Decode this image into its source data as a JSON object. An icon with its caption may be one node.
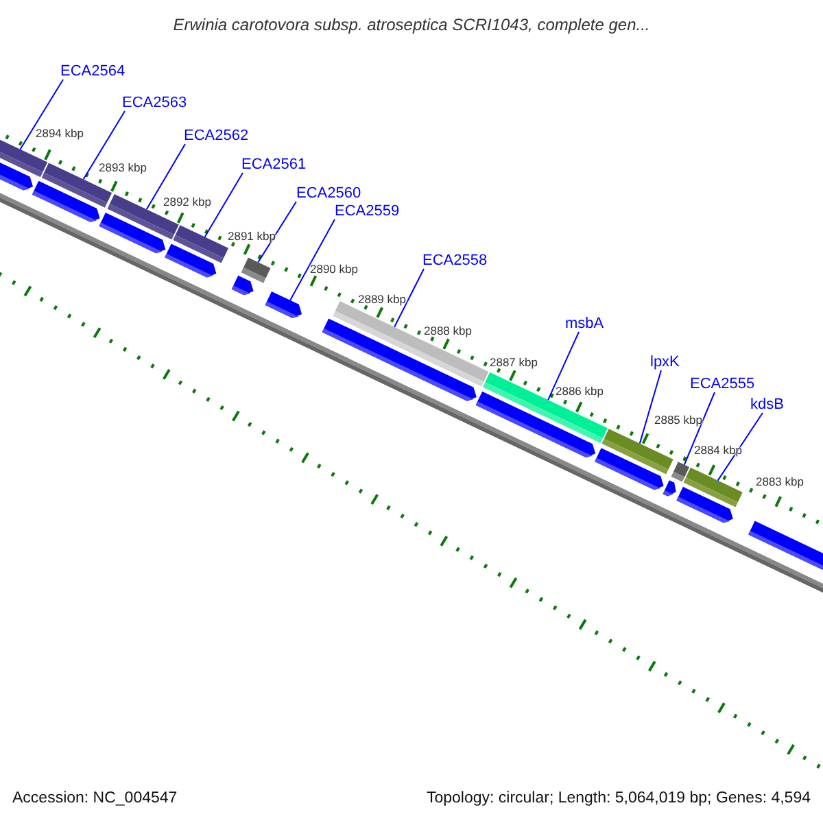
{
  "diagram": {
    "title": "Erwinia carotovora subsp. atroseptica SCRI1043, complete gen...",
    "nodes": [
      {
        "text": [
          "ECA2564"
        ]
      },
      {
        "text": [
          "ECA2563"
        ]
      },
      {
        "text": [
          "ECA2562"
        ]
      },
      {
        "text": [
          "ECA2561"
        ]
      },
      {
        "text": [
          "ECA2560"
        ]
      },
      {
        "text": [
          "ECA2559"
        ]
      },
      {
        "text": [
          "ECA2558"
        ]
      },
      {
        "text": [
          "msbA"
        ]
      },
      {
        "text": [
          "lpxK"
        ]
      },
      {
        "text": [
          "ECA2555"
        ]
      },
      {
        "text": [
          "kdsB"
        ]
      },
      {
        "text": [],
        "shape": "arrow"
      },
      {
        "text": [],
        "shape": "arrow"
      },
      {
        "text": [],
        "shape": "arrow"
      },
      {
        "text": [],
        "shape": "arrow"
      },
      {
        "text": [],
        "shape": "arrow"
      },
      {
        "text": [],
        "shape": "arrow"
      },
      {
        "text": [],
        "shape": "arrow"
      },
      {
        "text": [],
        "shape": "arrow"
      },
      {
        "text": [],
        "shape": "arrow"
      },
      {
        "text": [],
        "shape": "arrow"
      },
      {
        "text": [],
        "shape": "arrow"
      },
      {
        "text": [],
        "shape": "arrow"
      }
    ],
    "edges": [
      {
        "from": 0,
        "to": 11,
        "arrow": "none"
      },
      {
        "from": 1,
        "to": 12,
        "arrow": "none"
      },
      {
        "from": 2,
        "to": 13,
        "arrow": "none"
      },
      {
        "from": 3,
        "to": 14,
        "arrow": "none"
      },
      {
        "from": 4,
        "to": 15,
        "arrow": "none"
      },
      {
        "from": 5,
        "to": 16,
        "arrow": "none"
      },
      {
        "from": 6,
        "to": 17,
        "arrow": "none"
      },
      {
        "from": 7,
        "to": 18,
        "arrow": "none"
      },
      {
        "from": 8,
        "to": 19,
        "arrow": "none"
      },
      {
        "from": 9,
        "to": 20,
        "arrow": "none"
      },
      {
        "from": 10,
        "to": 21,
        "arrow": "none"
      }
    ],
    "labels": [
      "2894 kbp",
      "2893 kbp",
      "2892 kbp",
      "2891 kbp",
      "2890 kbp",
      "2889 kbp",
      "2888 kbp",
      "2887 kbp",
      "2886 kbp",
      "2885 kbp",
      "2884 kbp",
      "2883 kbp",
      "Accession: NC_004547",
      "Topology: circular; Length: 5,064,019 bp; Genes: 4,594"
    ]
  }
}
